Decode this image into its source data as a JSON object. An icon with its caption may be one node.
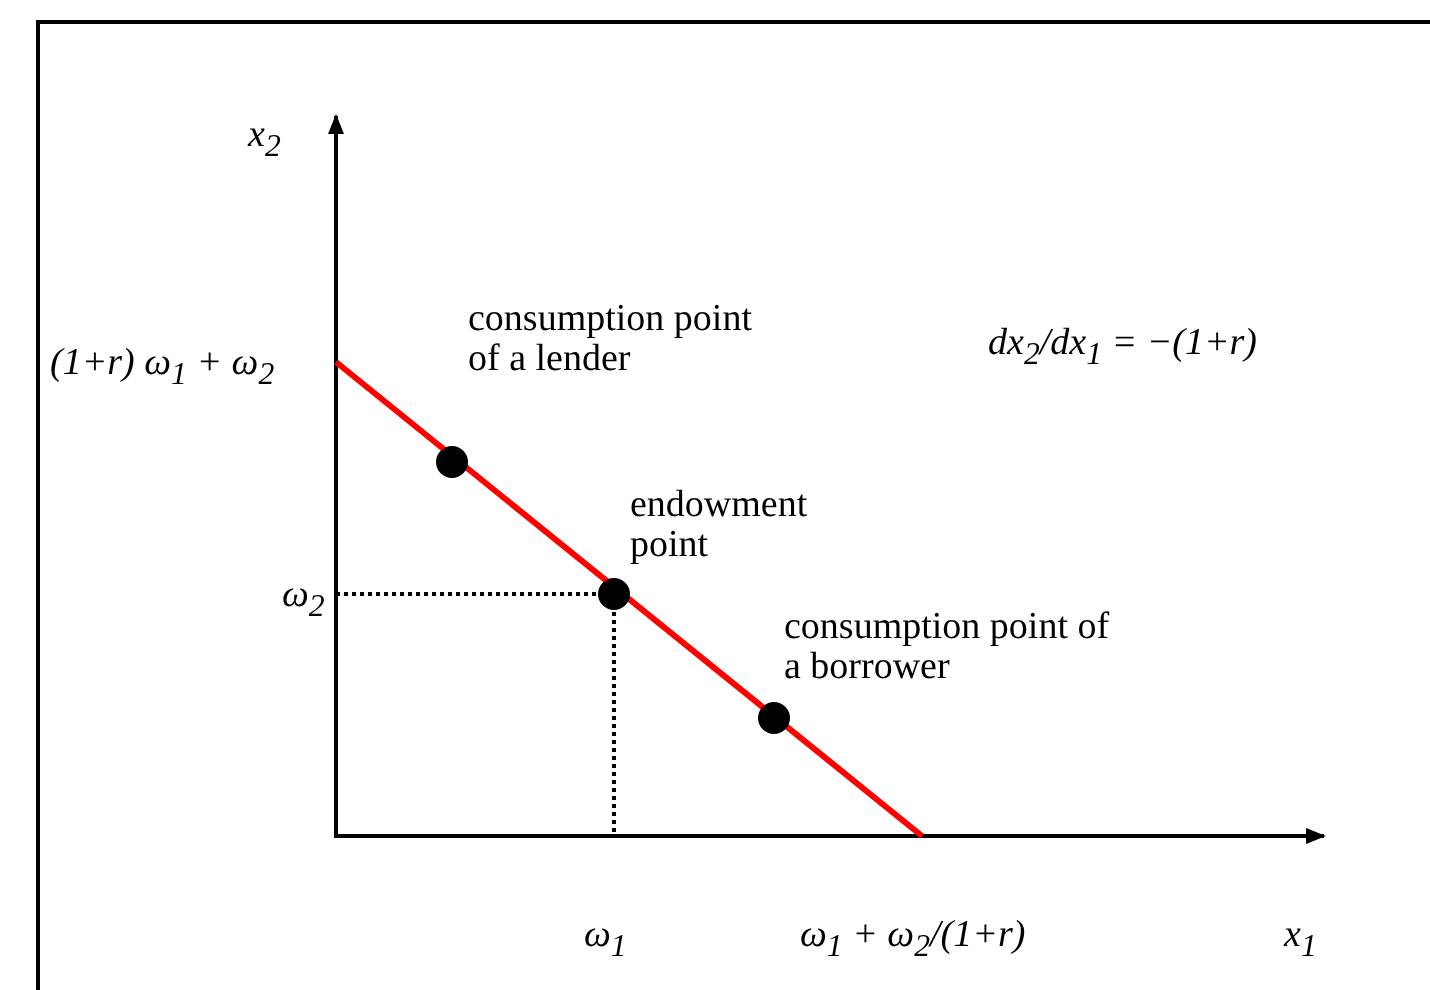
{
  "diagram": {
    "labels": [
      "x$_{2}$",
      "(1+r) ω$_{1}$ + ω$_{2}$",
      "consumption point of a lender",
      "dx$_{2}$/dx$_{1}$ = −(1+r)",
      "endowment point",
      "ω$_{2}$",
      "consumption point of a borrower",
      "ω$_{1}$",
      "ω$_{1}$ + ω$_{2}$/(1+r)",
      "x$_{1}$"
    ]
  }
}
